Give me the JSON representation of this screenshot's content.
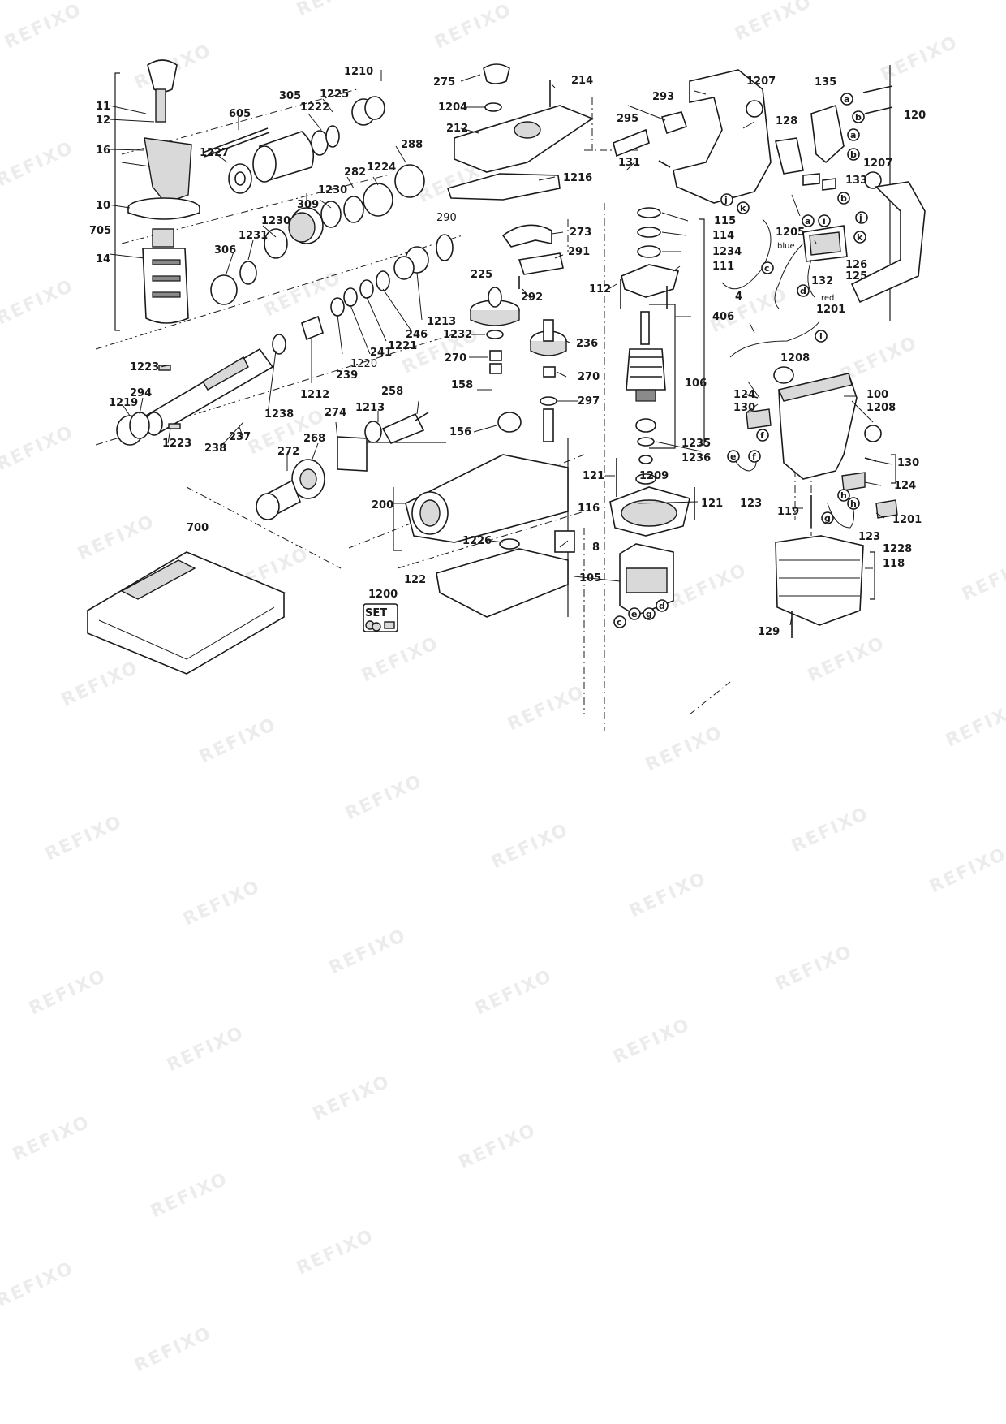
{
  "watermark": "REFIXO",
  "labels": {
    "l11": "11",
    "l12": "12",
    "l16": "16",
    "l10": "10",
    "l705": "705",
    "l14": "14",
    "l605": "605",
    "l305": "305",
    "l1210": "1210",
    "l1225": "1225",
    "l1222": "1222",
    "l1227": "1227",
    "l288": "288",
    "l282": "282",
    "l1224": "1224",
    "l309": "309",
    "l1230a": "1230",
    "l1230b": "1230",
    "l1231": "1231",
    "l306": "306",
    "l290": "290",
    "l1213a": "1213",
    "l246": "246",
    "l1221": "1221",
    "l241": "241",
    "l1220": "1220",
    "l239": "239",
    "l1212": "1212",
    "l1223a": "1223",
    "l294": "294",
    "l1219": "1219",
    "l1223b": "1223",
    "l238": "238",
    "l237": "237",
    "l1238": "1238",
    "l274": "274",
    "l1213b": "1213",
    "l258": "258",
    "l272": "272",
    "l268": "268",
    "l700": "700",
    "l275": "275",
    "l214": "214",
    "l1204": "1204",
    "l212": "212",
    "l1216": "1216",
    "l273": "273",
    "l291": "291",
    "l292": "292",
    "l225": "225",
    "l1232": "1232",
    "l236": "236",
    "l270a": "270",
    "l270b": "270",
    "l158": "158",
    "l297": "297",
    "l156": "156",
    "l200": "200",
    "l1226": "1226",
    "l122": "122",
    "l1200": "1200",
    "l293": "293",
    "l295": "295",
    "l131": "131",
    "l1207a": "1207",
    "l135": "135",
    "l120": "120",
    "l128": "128",
    "l1207b": "1207",
    "l133": "133",
    "l115": "115",
    "l114": "114",
    "l1234": "1234",
    "l111": "111",
    "l112": "112",
    "l406": "406",
    "l4": "4",
    "l106": "106",
    "l1235": "1235",
    "l1236": "1236",
    "l1209": "1209",
    "l121a": "121",
    "l121b": "121",
    "l116": "116",
    "l8": "8",
    "l105": "105",
    "l1205": "1205",
    "l132": "132",
    "l126": "126",
    "l125": "125",
    "l1201a": "1201",
    "l1208a": "1208",
    "l124a": "124",
    "l130a": "130",
    "l100": "100",
    "l1208b": "1208",
    "l130b": "130",
    "l124b": "124",
    "l123a": "123",
    "l119": "119",
    "l1201b": "1201",
    "l123b": "123",
    "l1228": "1228",
    "l118": "118",
    "l129": "129"
  },
  "wire_colors": {
    "blue": "blue",
    "red": "red"
  },
  "circle_letters": {
    "a1": "a",
    "b1": "b",
    "a2": "a",
    "b2": "b",
    "j1": "j",
    "k1": "k",
    "b3": "b",
    "a3": "a",
    "i1": "i",
    "j2": "j",
    "k2": "k",
    "c1": "c",
    "d1": "d",
    "i2": "i",
    "e1": "e",
    "f1": "f",
    "f2": "f",
    "h1": "h",
    "g1": "g",
    "h2": "h",
    "c2": "c",
    "e2": "e",
    "g2": "g",
    "d2": "d"
  },
  "set_badge": "SET"
}
